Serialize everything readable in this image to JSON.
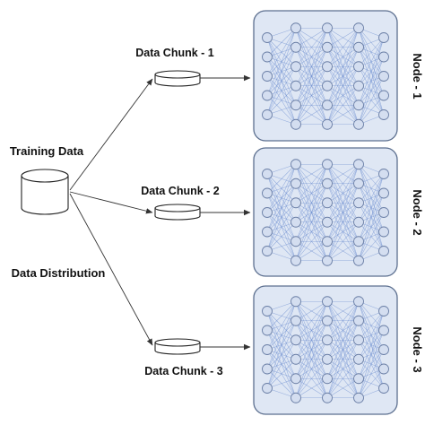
{
  "source": {
    "label": "Training Data"
  },
  "distribution_label": "Data Distribution",
  "chunks": [
    {
      "label": "Data Chunk - 1"
    },
    {
      "label": "Data Chunk - 2"
    },
    {
      "label": "Data Chunk - 3"
    }
  ],
  "nodes": [
    {
      "label": "Node - 1"
    },
    {
      "label": "Node - 2"
    },
    {
      "label": "Node - 3"
    }
  ],
  "network_layers": [
    5,
    6,
    6,
    6,
    5
  ],
  "colors": {
    "panel_fill": "#dfe7f4",
    "panel_stroke": "#5c6f8f",
    "edge": "#6d8ed0",
    "neuron": "#d4def0"
  }
}
